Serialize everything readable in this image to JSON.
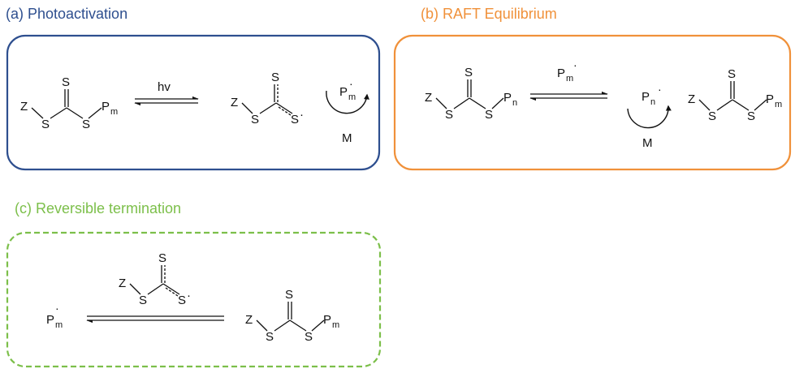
{
  "colors": {
    "panel_a": "#2e4f8f",
    "panel_b": "#f0913a",
    "panel_c": "#7cbf4a",
    "structure": "#111111"
  },
  "panels": {
    "a": {
      "title": "(a) Photoactivation",
      "raft_agent": {
        "z": "Z",
        "s1": "S",
        "s_top": "S",
        "s2": "S",
        "p": "P",
        "p_sub": "m"
      },
      "arrow_label": "hv",
      "intermediate": {
        "z": "Z",
        "s1": "S",
        "s_top": "S",
        "s2": "S",
        "radical_dot": "·"
      },
      "cycle": {
        "p": "P",
        "p_sub": "m",
        "radical_dot": "·",
        "monomer": "M"
      }
    },
    "b": {
      "title": "(b) RAFT Equilibrium",
      "raft_agent_left": {
        "z": "Z",
        "s1": "S",
        "s_top": "S",
        "s2": "S",
        "p": "P",
        "p_sub": "n"
      },
      "arrow_label": {
        "p": "P",
        "p_sub": "m",
        "radical_dot": "·"
      },
      "cycle": {
        "p": "P",
        "p_sub": "n",
        "radical_dot": "·",
        "monomer": "M"
      },
      "raft_agent_right": {
        "z": "Z",
        "s1": "S",
        "s_top": "S",
        "s2": "S",
        "p": "P",
        "p_sub": "m"
      }
    },
    "c": {
      "title": "(c) Reversible  termination",
      "radical": {
        "p": "P",
        "p_sub": "m",
        "radical_dot": "·"
      },
      "arrow_label": {
        "z": "Z",
        "s1": "S",
        "s_top": "S",
        "s2": "S",
        "radical_dot": "·"
      },
      "product": {
        "z": "Z",
        "s1": "S",
        "s_top": "S",
        "s2": "S",
        "p": "P",
        "p_sub": "m"
      }
    }
  }
}
